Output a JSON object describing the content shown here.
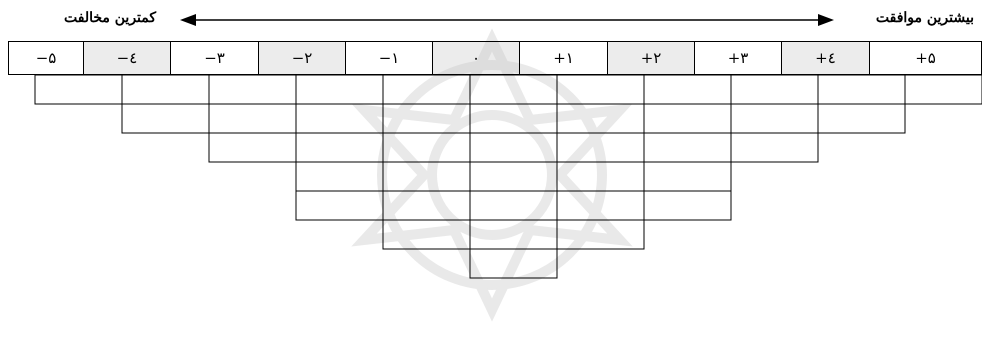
{
  "labels": {
    "most_agree": "بیشترین موافقت",
    "least_agree": "کمترین مخالفت"
  },
  "scale": [
    "−۵",
    "−٤",
    "−۳",
    "−۲",
    "−۱",
    "۰",
    "+۱",
    "+۲",
    "+۳",
    "+٤",
    "+۵"
  ],
  "column_cells": [
    1,
    2,
    3,
    5,
    6,
    7,
    6,
    5,
    3,
    2,
    1
  ],
  "colors": {
    "line": "#000000",
    "watermark": "#c8c8c8"
  }
}
